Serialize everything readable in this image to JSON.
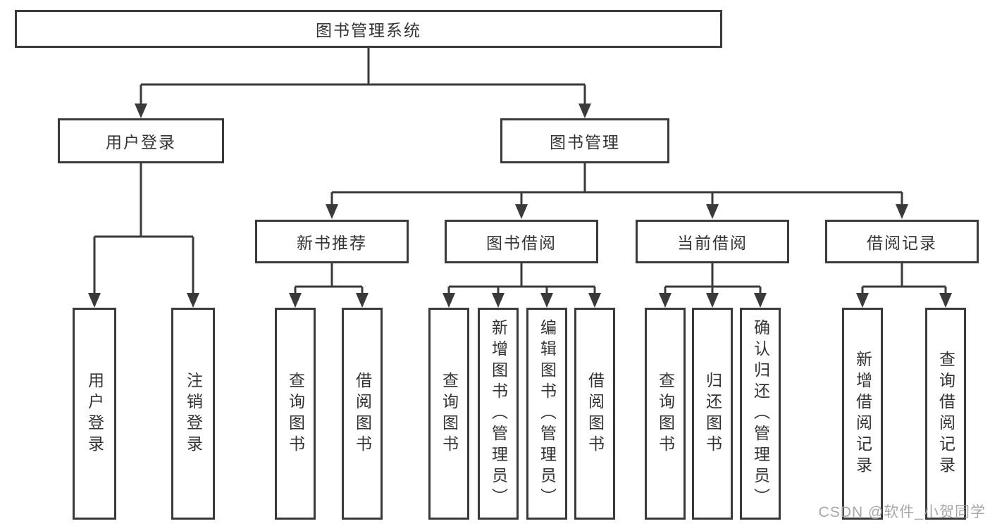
{
  "colors": {
    "line": "#3a3a3a",
    "box_border": "#3a3a3a",
    "text": "#333333",
    "background": "#ffffff",
    "watermark": "#9e9e9e"
  },
  "tree": {
    "root": {
      "label": "图书管理系统",
      "children": [
        {
          "label": "用户登录",
          "children": [
            {
              "label": "用户登录"
            },
            {
              "label": "注销登录"
            }
          ]
        },
        {
          "label": "图书管理",
          "children": [
            {
              "label": "新书推荐",
              "children": [
                {
                  "label": "查询图书"
                },
                {
                  "label": "借阅图书"
                }
              ]
            },
            {
              "label": "图书借阅",
              "children": [
                {
                  "label": "查询图书"
                },
                {
                  "label": "新增图书（管理员）"
                },
                {
                  "label": "编辑图书（管理员）"
                },
                {
                  "label": "借阅图书"
                }
              ]
            },
            {
              "label": "当前借阅",
              "children": [
                {
                  "label": "查询图书"
                },
                {
                  "label": "归还图书"
                },
                {
                  "label": "确认归还（管理员）"
                }
              ]
            },
            {
              "label": "借阅记录",
              "children": [
                {
                  "label": "新增借阅记录"
                },
                {
                  "label": "查询借阅记录"
                }
              ]
            }
          ]
        }
      ]
    }
  },
  "watermark": {
    "text": "CSDN @软件_小贺同学"
  }
}
